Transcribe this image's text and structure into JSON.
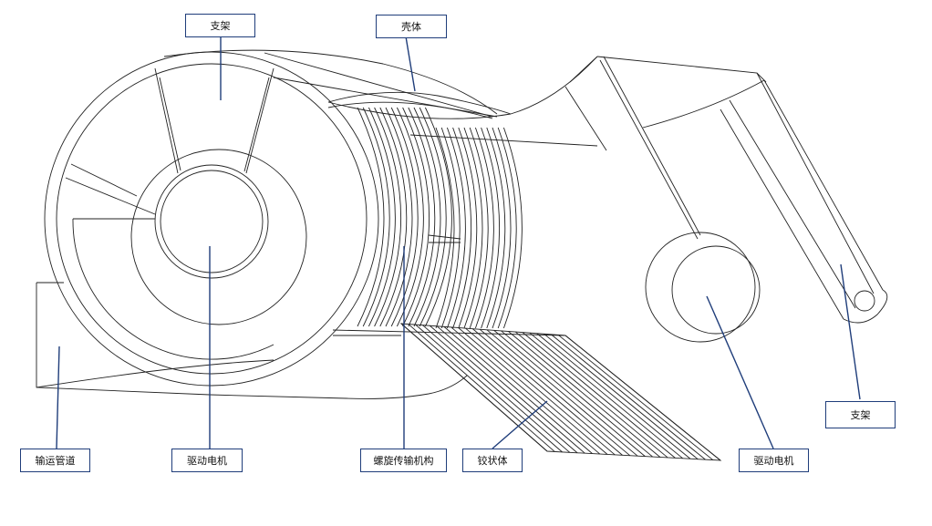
{
  "labels": {
    "bracket_top": "支架",
    "housing": "壳体",
    "conveying_pipe": "输运管道",
    "drive_motor_left": "驱动电机",
    "screw_conveyor": "螺旋传输机构",
    "shovel": "铰状体",
    "drive_motor_right": "驱动电机",
    "bracket_right": "支架"
  },
  "colors": {
    "line": "#222222",
    "leader": "#1f3d7a",
    "label_border": "#1f3d7a"
  }
}
